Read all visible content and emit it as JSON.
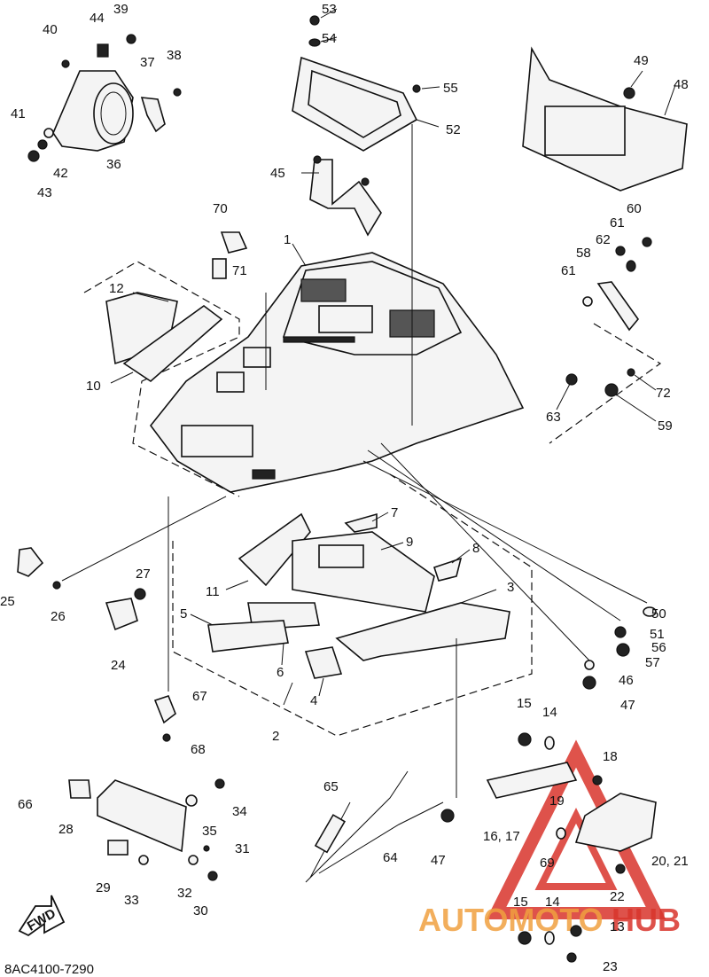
{
  "diagram": {
    "code": "8AC4100-7290",
    "fwd_label": "FWD",
    "watermark": {
      "brand_left": "AUTOMOTO",
      "brand_right": "HUB",
      "color_red": "#d9352c",
      "color_orange": "#f0a040"
    },
    "callouts": [
      {
        "id": "c1",
        "text": "1"
      },
      {
        "id": "c2",
        "text": "2"
      },
      {
        "id": "c3",
        "text": "3"
      },
      {
        "id": "c4",
        "text": "4"
      },
      {
        "id": "c5",
        "text": "5"
      },
      {
        "id": "c6",
        "text": "6"
      },
      {
        "id": "c7",
        "text": "7"
      },
      {
        "id": "c8",
        "text": "8"
      },
      {
        "id": "c9",
        "text": "9"
      },
      {
        "id": "c10",
        "text": "10"
      },
      {
        "id": "c11",
        "text": "11"
      },
      {
        "id": "c12",
        "text": "12"
      },
      {
        "id": "c13",
        "text": "13"
      },
      {
        "id": "c14a",
        "text": "14"
      },
      {
        "id": "c14b",
        "text": "14"
      },
      {
        "id": "c15a",
        "text": "15"
      },
      {
        "id": "c15b",
        "text": "15"
      },
      {
        "id": "c1617",
        "text": "16, 17"
      },
      {
        "id": "c18",
        "text": "18"
      },
      {
        "id": "c19",
        "text": "19"
      },
      {
        "id": "c2021",
        "text": "20, 21"
      },
      {
        "id": "c22",
        "text": "22"
      },
      {
        "id": "c23",
        "text": "23"
      },
      {
        "id": "c24",
        "text": "24"
      },
      {
        "id": "c25",
        "text": "25"
      },
      {
        "id": "c26",
        "text": "26"
      },
      {
        "id": "c27",
        "text": "27"
      },
      {
        "id": "c28",
        "text": "28"
      },
      {
        "id": "c29",
        "text": "29"
      },
      {
        "id": "c30",
        "text": "30"
      },
      {
        "id": "c31",
        "text": "31"
      },
      {
        "id": "c32",
        "text": "32"
      },
      {
        "id": "c33",
        "text": "33"
      },
      {
        "id": "c34",
        "text": "34"
      },
      {
        "id": "c35",
        "text": "35"
      },
      {
        "id": "c36",
        "text": "36"
      },
      {
        "id": "c37",
        "text": "37"
      },
      {
        "id": "c38",
        "text": "38"
      },
      {
        "id": "c39",
        "text": "39"
      },
      {
        "id": "c40",
        "text": "40"
      },
      {
        "id": "c41",
        "text": "41"
      },
      {
        "id": "c42",
        "text": "42"
      },
      {
        "id": "c43",
        "text": "43"
      },
      {
        "id": "c44",
        "text": "44"
      },
      {
        "id": "c45",
        "text": "45"
      },
      {
        "id": "c46",
        "text": "46"
      },
      {
        "id": "c47a",
        "text": "47"
      },
      {
        "id": "c47b",
        "text": "47"
      },
      {
        "id": "c48",
        "text": "48"
      },
      {
        "id": "c49",
        "text": "49"
      },
      {
        "id": "c50",
        "text": "50"
      },
      {
        "id": "c51",
        "text": "51"
      },
      {
        "id": "c52",
        "text": "52"
      },
      {
        "id": "c53",
        "text": "53"
      },
      {
        "id": "c54",
        "text": "54"
      },
      {
        "id": "c55",
        "text": "55"
      },
      {
        "id": "c56",
        "text": "56"
      },
      {
        "id": "c57",
        "text": "57"
      },
      {
        "id": "c58",
        "text": "58"
      },
      {
        "id": "c59",
        "text": "59"
      },
      {
        "id": "c60",
        "text": "60"
      },
      {
        "id": "c61a",
        "text": "61"
      },
      {
        "id": "c61b",
        "text": "61"
      },
      {
        "id": "c62",
        "text": "62"
      },
      {
        "id": "c63",
        "text": "63"
      },
      {
        "id": "c64",
        "text": "64"
      },
      {
        "id": "c65",
        "text": "65"
      },
      {
        "id": "c66",
        "text": "66"
      },
      {
        "id": "c67",
        "text": "67"
      },
      {
        "id": "c68",
        "text": "68"
      },
      {
        "id": "c69",
        "text": "69"
      },
      {
        "id": "c70",
        "text": "70"
      },
      {
        "id": "c71",
        "text": "71"
      },
      {
        "id": "c72",
        "text": "72"
      }
    ]
  }
}
